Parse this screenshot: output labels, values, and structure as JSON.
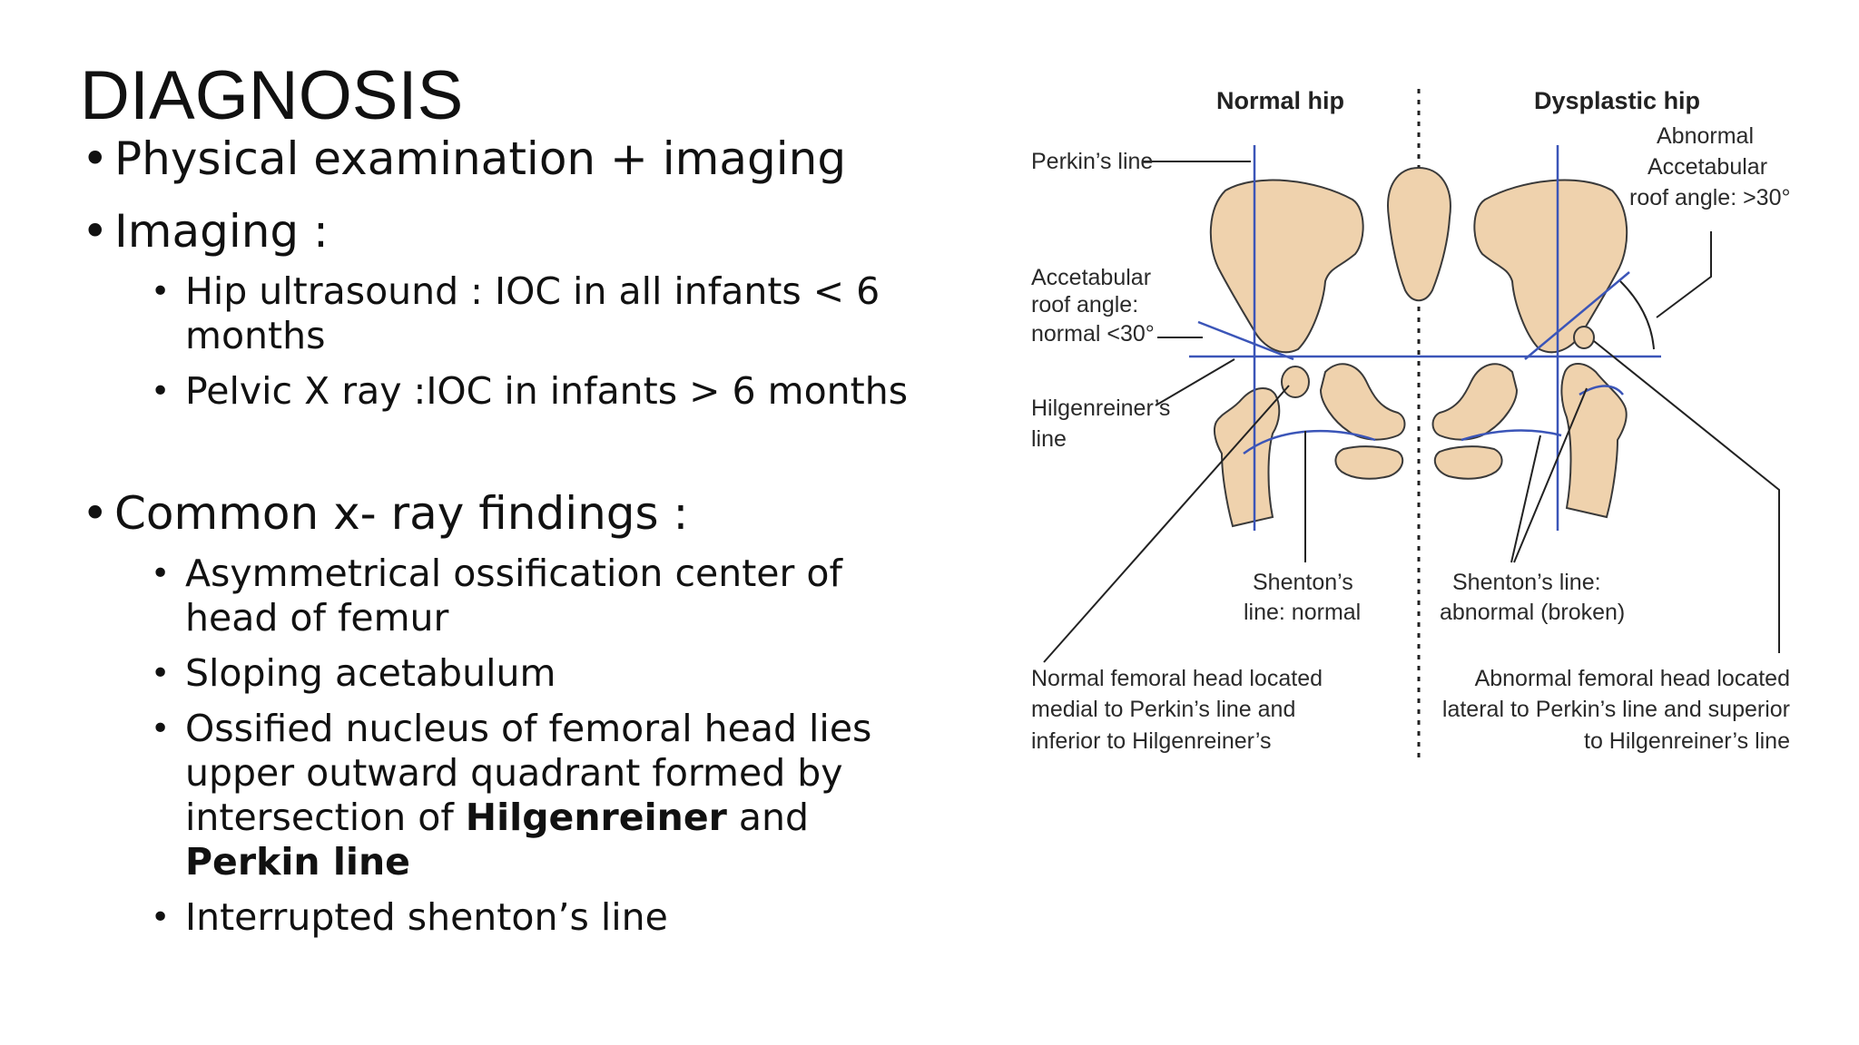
{
  "slide": {
    "title": "DIAGNOSIS",
    "bullet_glyph": "•",
    "bullets": [
      {
        "text": "Physical examination + imaging"
      },
      {
        "text": "Imaging :",
        "sub": [
          "Hip ultrasound : IOC in all infants < 6 months",
          "Pelvic X ray :IOC in infants > 6 months"
        ]
      },
      {
        "text": "Common x- ray findings :",
        "sub": [
          "Asymmetrical ossification center of head of femur",
          "Sloping acetabulum"
        ],
        "sub_rich": {
          "prefix": "Ossified nucleus of femoral head lies upper outward quadrant formed by intersection of ",
          "bold1": "Hilgenreiner",
          "middle": " and ",
          "bold2": "Perkin line"
        },
        "sub_last": "Interrupted shenton’s line"
      }
    ]
  },
  "diagram": {
    "heading_left": "Normal hip",
    "heading_right": "Dysplastic hip",
    "perkins_line": "Perkin’s line",
    "accetabular_1": "Accetabular",
    "accetabular_2": "roof angle:",
    "accetabular_3": "normal <30°",
    "hilgenreiner_1": "Hilgenreiner’s",
    "hilgenreiner_2": "line",
    "abnormal_1": "Abnormal",
    "abnormal_2": "Accetabular",
    "abnormal_3": "roof angle: >30°",
    "shenton_normal_1": "Shenton’s",
    "shenton_normal_2": "line: normal",
    "shenton_abn_1": "Shenton’s line:",
    "shenton_abn_2": "abnormal (broken)",
    "normal_head_1": "Normal femoral head located",
    "normal_head_2": "medial to Perkin’s line and",
    "normal_head_3": "inferior to Hilgenreiner’s",
    "abn_head_1": "Abnormal femoral head located",
    "abn_head_2": "lateral to Perkin’s line and superior",
    "abn_head_3": "to Hilgenreiner’s line",
    "colors": {
      "bone": "#efd2ad",
      "line_blue": "#3b55b8"
    }
  }
}
